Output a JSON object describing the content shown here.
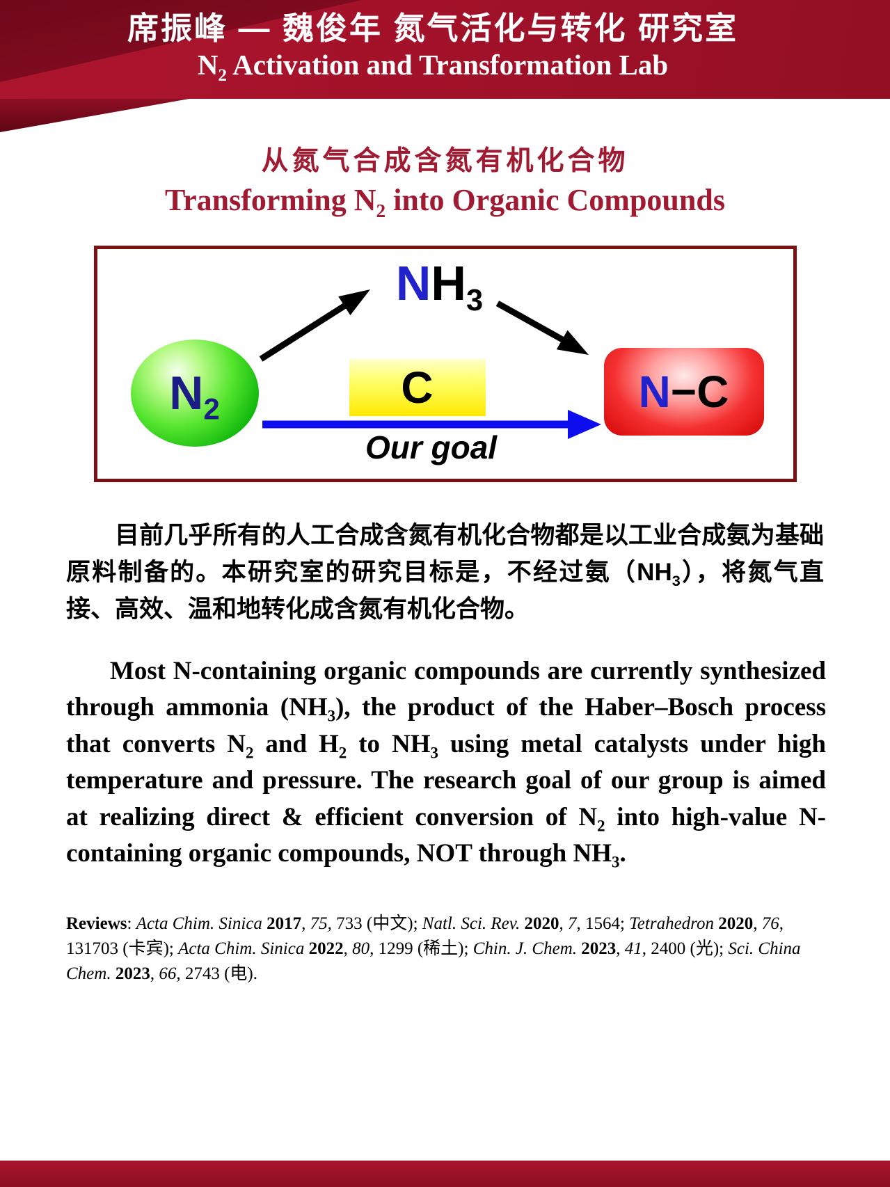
{
  "header": {
    "title_zh": "席振峰 — 魏俊年 氮气活化与转化 研究室",
    "title_en": [
      {
        "t": "N"
      },
      {
        "t": "2",
        "sub": true
      },
      {
        "t": " Activation and Transformation Lab"
      }
    ]
  },
  "section": {
    "title_zh": "从氮气合成含氮有机化合物",
    "title_en": [
      {
        "t": "Transforming N"
      },
      {
        "t": "2",
        "sub": true
      },
      {
        "t": " into Organic Compounds"
      }
    ]
  },
  "diagram": {
    "n2_label": [
      {
        "t": "N"
      },
      {
        "t": "2",
        "sub": true
      }
    ],
    "nh3_label": [
      {
        "t": "N",
        "c": "#2222cc"
      },
      {
        "t": "H"
      },
      {
        "t": "3",
        "sub": true
      }
    ],
    "carbon_label": "C",
    "nc_label": [
      {
        "t": "N",
        "c": "#2222cc"
      },
      {
        "t": "−"
      },
      {
        "t": "C"
      }
    ],
    "goal_label": "Our goal"
  },
  "paragraphs": {
    "zh": [
      {
        "t": "目前几乎所有的人工合成含氮有机化合物都是以工业合成氨为基础原料制备的。本研究室的研究目标是，不经过氨（NH"
      },
      {
        "t": "3",
        "sub": true
      },
      {
        "t": "），将氮气直接、高效、温和地转化成含氮有机化合物。"
      }
    ],
    "en": [
      {
        "t": "Most N-containing organic compounds are currently synthesized through ammonia (NH"
      },
      {
        "t": "3",
        "sub": true
      },
      {
        "t": "), the product of the Haber–Bosch process that converts N"
      },
      {
        "t": "2",
        "sub": true
      },
      {
        "t": " and H"
      },
      {
        "t": "2",
        "sub": true
      },
      {
        "t": " to NH"
      },
      {
        "t": "3",
        "sub": true
      },
      {
        "t": " using metal catalysts under high temperature and pressure. The research goal of our group is aimed at realizing direct & efficient conversion of N"
      },
      {
        "t": "2",
        "sub": true
      },
      {
        "t": " into high-value N-containing organic compounds, NOT through NH"
      },
      {
        "t": "3",
        "sub": true
      },
      {
        "t": "."
      }
    ]
  },
  "reviews": [
    {
      "t": "Reviews",
      "b": true
    },
    {
      "t": ": "
    },
    {
      "t": "Acta Chim. Sinica ",
      "i": true
    },
    {
      "t": "2017",
      "b": true
    },
    {
      "t": ", "
    },
    {
      "t": "75, ",
      "i": true
    },
    {
      "t": "733 (中文); "
    },
    {
      "t": "Natl. Sci. Rev. ",
      "i": true
    },
    {
      "t": "2020",
      "b": true
    },
    {
      "t": ", "
    },
    {
      "t": "7",
      "i": true
    },
    {
      "t": ", 1564; "
    },
    {
      "t": "Tetrahedron ",
      "i": true
    },
    {
      "t": "2020",
      "b": true
    },
    {
      "t": ", "
    },
    {
      "t": "76",
      "i": true
    },
    {
      "t": ", 131703 (卡宾); "
    },
    {
      "t": "Acta Chim. Sinica ",
      "i": true
    },
    {
      "t": "2022",
      "b": true
    },
    {
      "t": ", "
    },
    {
      "t": "80",
      "i": true
    },
    {
      "t": ", 1299 (稀土); "
    },
    {
      "t": "Chin. J. Chem. ",
      "i": true
    },
    {
      "t": "2023",
      "b": true
    },
    {
      "t": ", "
    },
    {
      "t": "41",
      "i": true
    },
    {
      "t": ", 2400 (光); "
    },
    {
      "t": "Sci. China Chem. ",
      "i": true
    },
    {
      "t": "2023",
      "b": true
    },
    {
      "t": ", "
    },
    {
      "t": "66",
      "i": true
    },
    {
      "t": ", 2743 (电)."
    }
  ],
  "colors": {
    "banner_red": "#a3122a",
    "banner_fold_dark": "#7c0b1e",
    "title_red": "#a01a31",
    "diagram_border": "#7a1113",
    "n2_navy": "#1c1c86",
    "nitrogen_blue": "#2222cc",
    "arrow_blue": "#0d0dee",
    "carbon_yellow": "#ffe900",
    "product_red": "#e31313",
    "ball_green": "#22cc11",
    "footer_red": "#9a1322"
  }
}
